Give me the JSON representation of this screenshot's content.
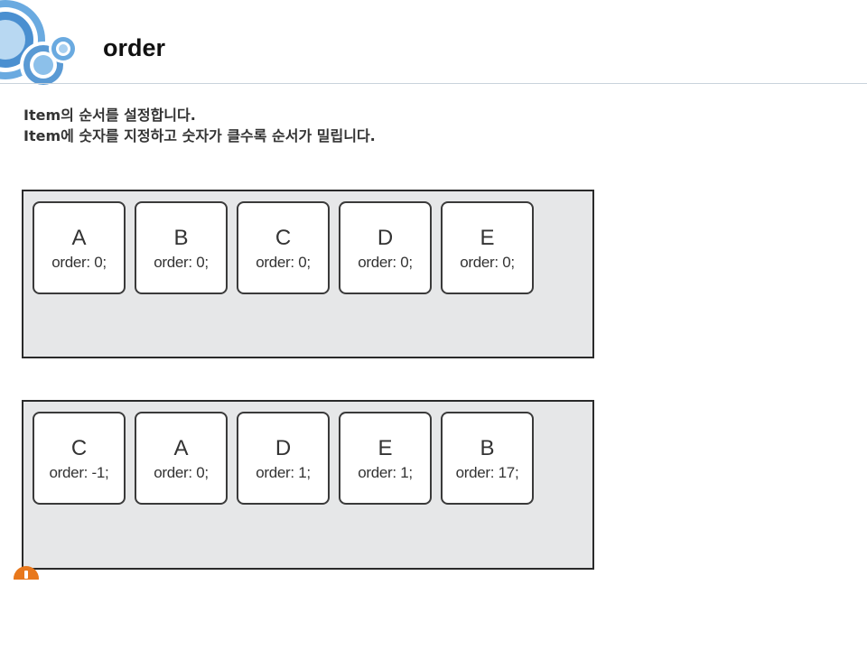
{
  "slide": {
    "title": "order",
    "description": [
      "Item의 순서를 설정합니다.",
      "Item에 숫자를 지정하고 숫자가 클수록 순서가 밀립니다."
    ]
  },
  "examples": [
    {
      "items": [
        {
          "letter": "A",
          "order": "order: 0;"
        },
        {
          "letter": "B",
          "order": "order: 0;"
        },
        {
          "letter": "C",
          "order": "order: 0;"
        },
        {
          "letter": "D",
          "order": "order: 0;"
        },
        {
          "letter": "E",
          "order": "order: 0;"
        }
      ]
    },
    {
      "items": [
        {
          "letter": "C",
          "order": "order: -1;"
        },
        {
          "letter": "A",
          "order": "order: 0;"
        },
        {
          "letter": "D",
          "order": "order: 1;"
        },
        {
          "letter": "E",
          "order": "order: 1;"
        },
        {
          "letter": "B",
          "order": "order: 17;"
        }
      ]
    }
  ],
  "colors": {
    "container_bg": "#e6e7e8",
    "logo_blue": "#4a8fd0",
    "badge_orange": "#e8781c"
  }
}
